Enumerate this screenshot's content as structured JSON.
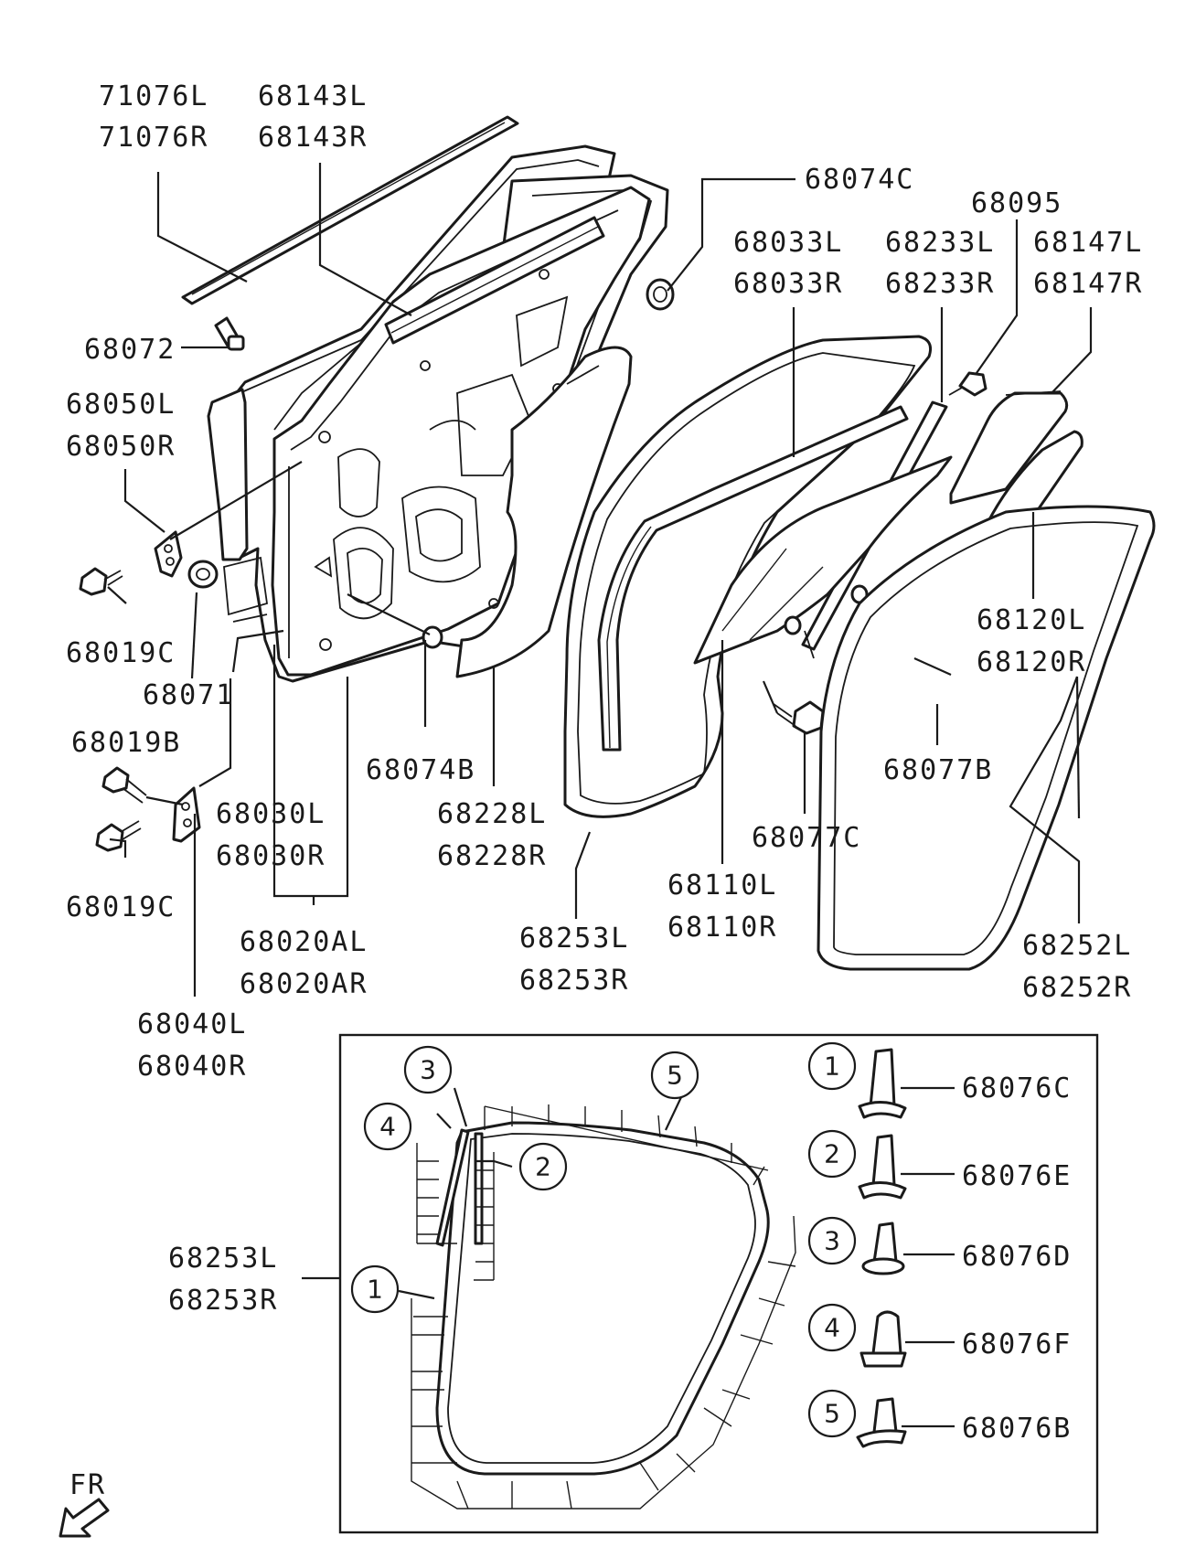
{
  "labels": {
    "p71076": [
      "71076L",
      "71076R"
    ],
    "p68143": [
      "68143L",
      "68143R"
    ],
    "p68074C": "68074C",
    "p68095": "68095",
    "p68033": [
      "68033L",
      "68033R"
    ],
    "p68233": [
      "68233L",
      "68233R"
    ],
    "p68147": [
      "68147L",
      "68147R"
    ],
    "p68072": "68072",
    "p68050": [
      "68050L",
      "68050R"
    ],
    "p68019C_a": "68019C",
    "p68071": "68071",
    "p68019B": "68019B",
    "p68019C_b": "68019C",
    "p68030": [
      "68030L",
      "68030R"
    ],
    "p68020A": [
      "68020AL",
      "68020AR"
    ],
    "p68040": [
      "68040L",
      "68040R"
    ],
    "p68074B": "68074B",
    "p68228": [
      "68228L",
      "68228R"
    ],
    "p68253": [
      "68253L",
      "68253R"
    ],
    "p68110": [
      "68110L",
      "68110R"
    ],
    "p68077C": "68077C",
    "p68077B": "68077B",
    "p68120": [
      "68120L",
      "68120R"
    ],
    "p68252": [
      "68252L",
      "68252R"
    ],
    "inset_part": [
      "68253L",
      "68253R"
    ],
    "fr": "FR"
  },
  "inset_markers": [
    "1",
    "2",
    "3",
    "4",
    "5"
  ],
  "clips": [
    {
      "num": "1",
      "code": "68076C"
    },
    {
      "num": "2",
      "code": "68076E"
    },
    {
      "num": "3",
      "code": "68076D"
    },
    {
      "num": "4",
      "code": "68076F"
    },
    {
      "num": "5",
      "code": "68076B"
    }
  ]
}
